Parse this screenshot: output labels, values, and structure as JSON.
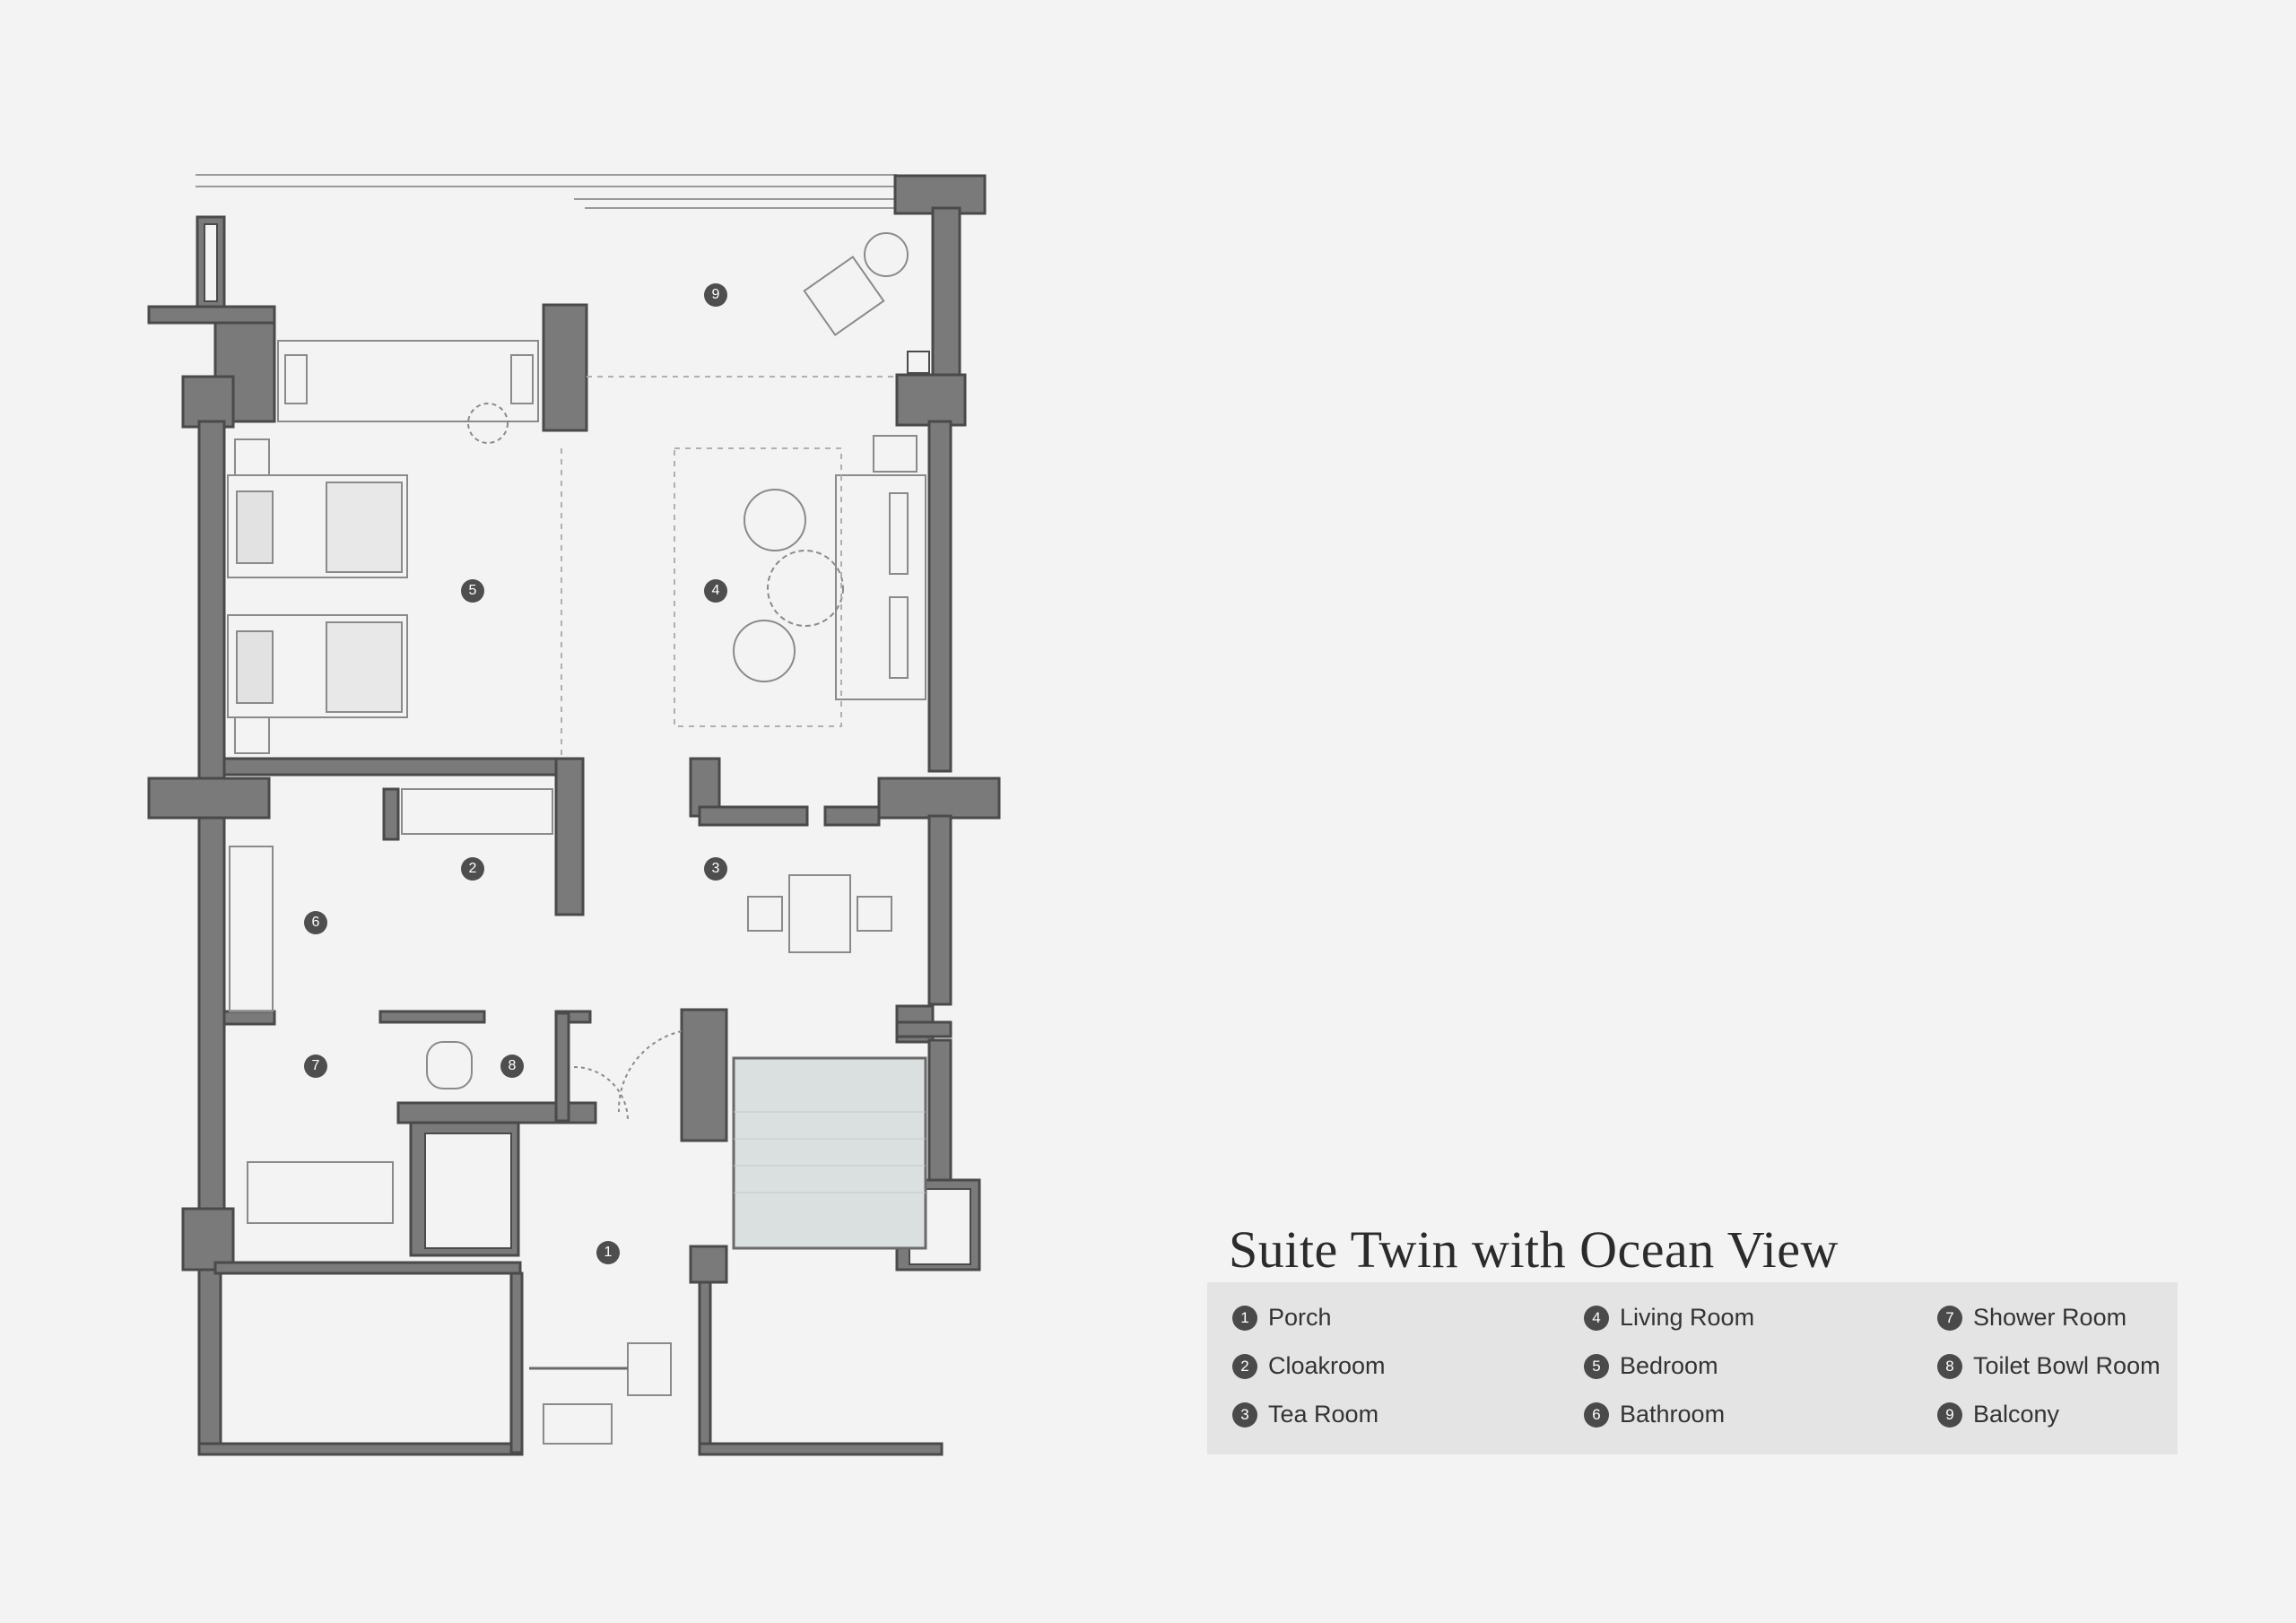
{
  "title": "Suite Twin with Ocean View",
  "legend": [
    {
      "num": "1",
      "label": "Porch"
    },
    {
      "num": "2",
      "label": "Cloakroom"
    },
    {
      "num": "3",
      "label": "Tea Room"
    },
    {
      "num": "4",
      "label": "Living Room"
    },
    {
      "num": "5",
      "label": "Bedroom"
    },
    {
      "num": "6",
      "label": "Bathroom"
    },
    {
      "num": "7",
      "label": "Shower Room"
    },
    {
      "num": "8",
      "label": "Toilet Bowl Room"
    },
    {
      "num": "9",
      "label": "Balcony"
    }
  ],
  "room_markers": [
    "1",
    "2",
    "3",
    "4",
    "5",
    "6",
    "7",
    "8",
    "9"
  ],
  "colors": {
    "background": "#f3f3f3",
    "wall": "#7a7a7a",
    "wall_outline": "#4a4a4a",
    "legend_bg": "#e4e4e4",
    "marker": "#4e4e4e",
    "bathtub": "#d9e0df"
  }
}
